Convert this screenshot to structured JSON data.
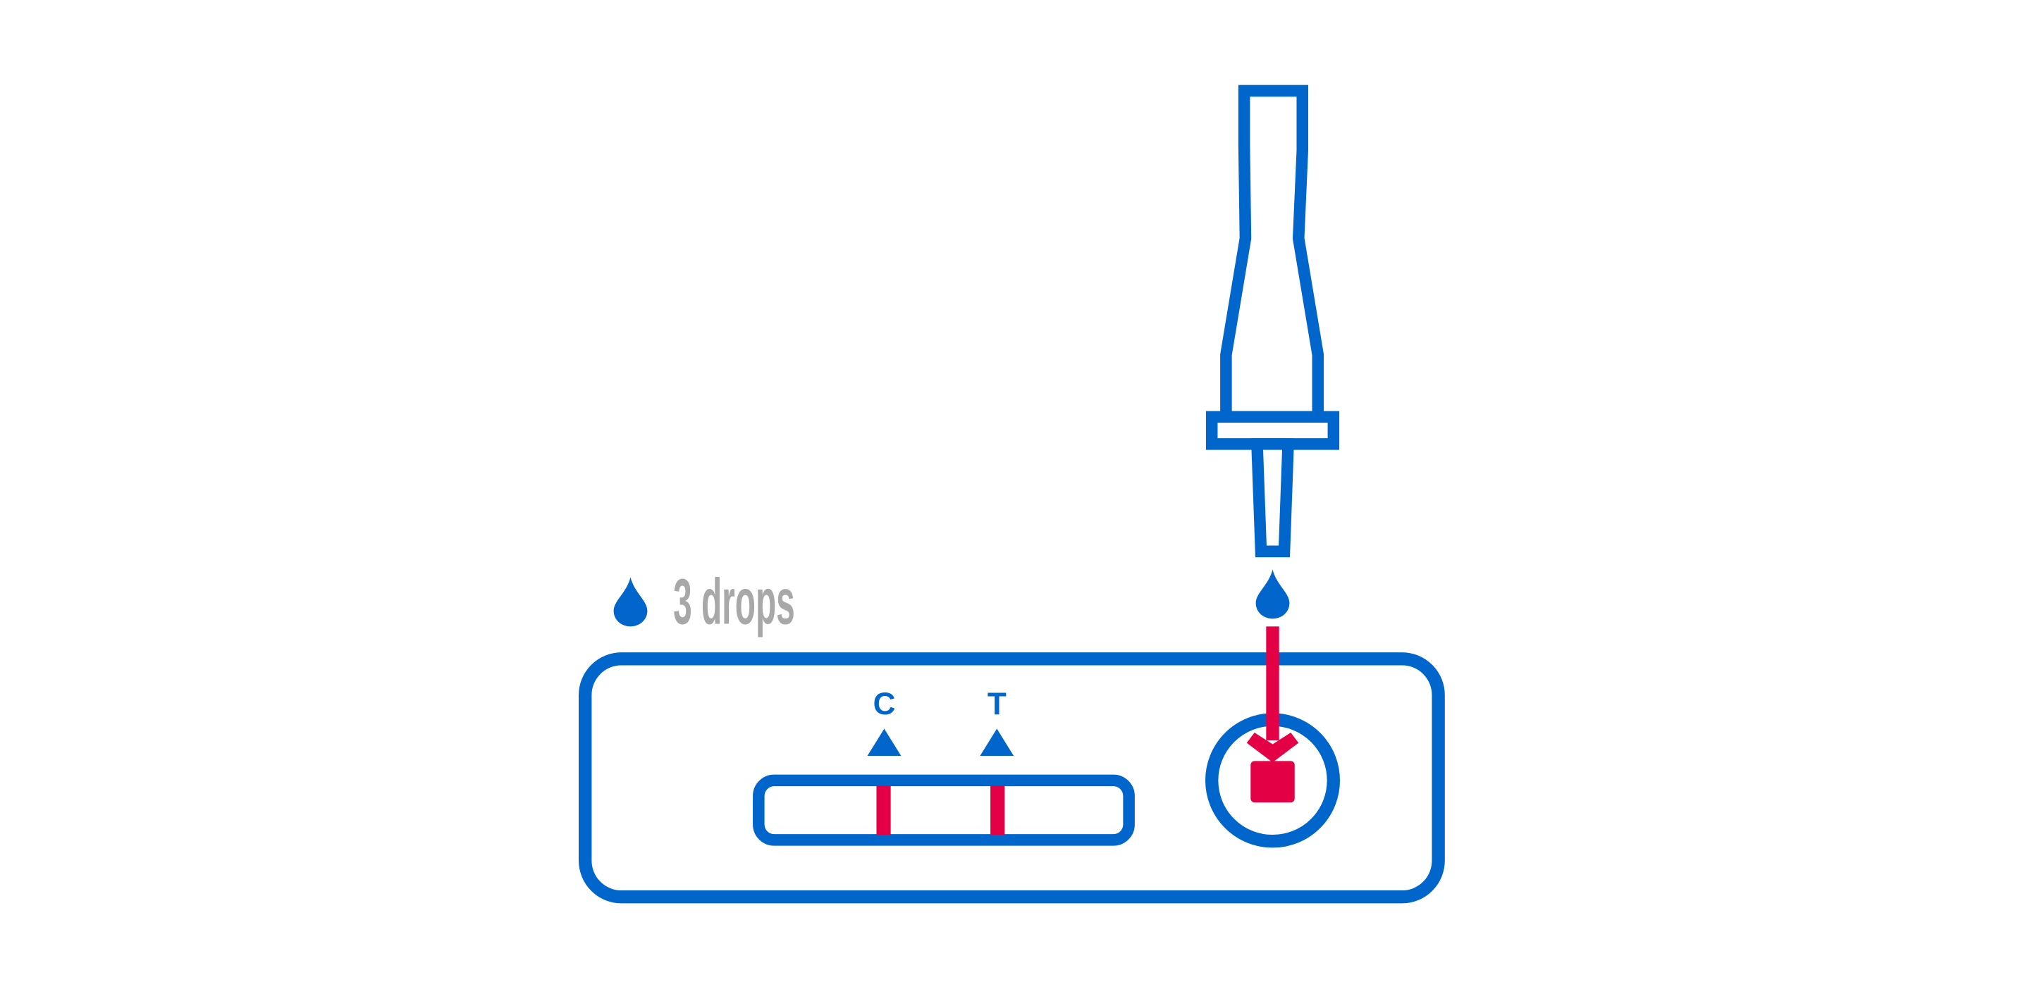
{
  "instruction": {
    "count_text": "3 drops"
  },
  "cassette": {
    "control_label": "C",
    "test_label": "T"
  },
  "colors": {
    "blue": "#0066cc",
    "red": "#e30045",
    "gray": "#a8a8a8"
  }
}
